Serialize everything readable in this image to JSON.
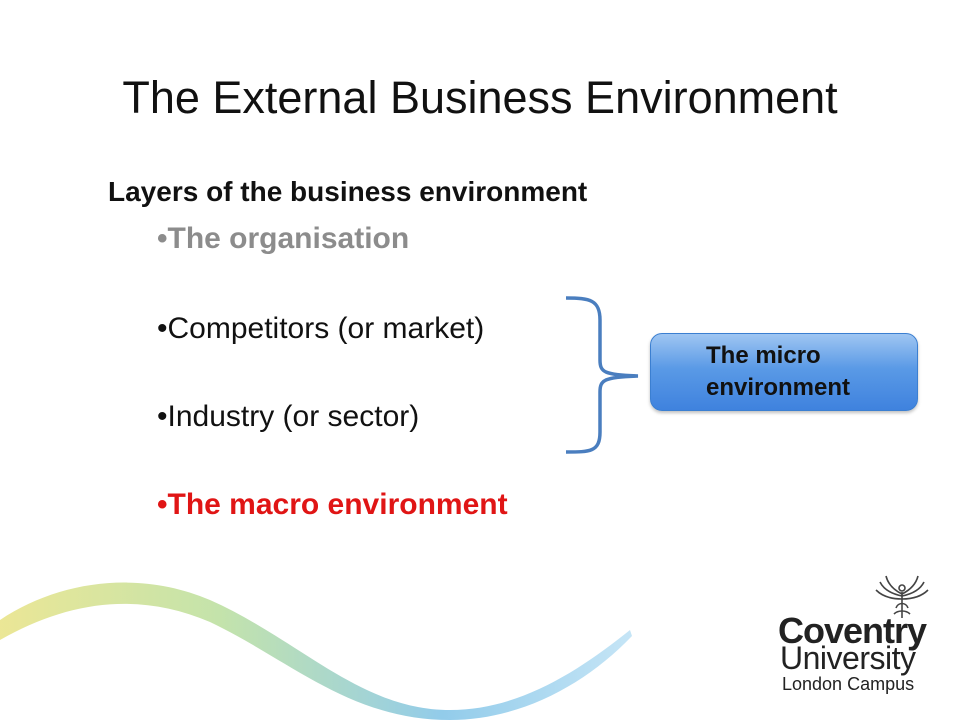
{
  "slide": {
    "title": "The External Business Environment",
    "subtitle": "Layers of the business environment",
    "bullets": [
      {
        "text": "•The organisation",
        "color": "#8c8c8c"
      },
      {
        "text": "•Competitors (or market)",
        "color": "#111111"
      },
      {
        "text": "•Industry (or sector)",
        "color": "#111111"
      },
      {
        "text": "•The macro environment",
        "color": "#e01515"
      }
    ],
    "micro_box": {
      "line1": "The micro",
      "line2": "environment",
      "accent": "#3f82de"
    },
    "logo": {
      "line1": "Coventry",
      "line2": "University",
      "line3": "London Campus",
      "emblem_icon": "phoenix-emblem-icon"
    }
  }
}
